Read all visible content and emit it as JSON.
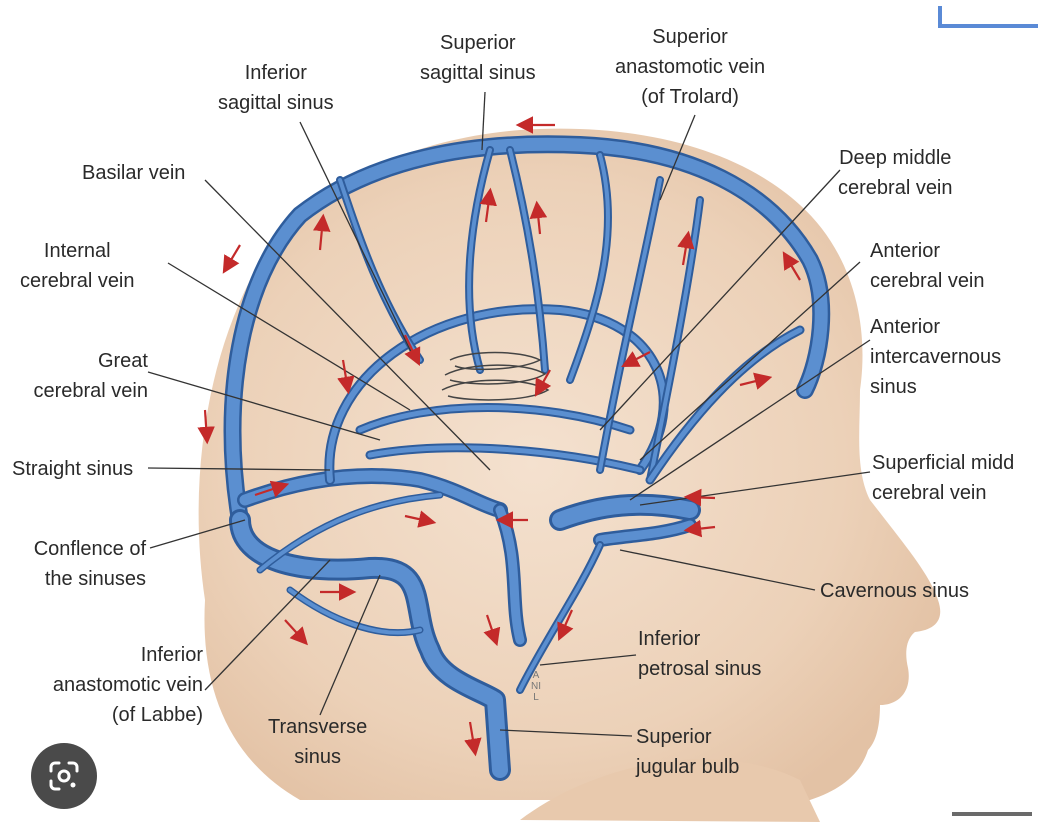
{
  "labels": {
    "superior_sagittal_sinus": [
      "Superior",
      "sagittal sinus"
    ],
    "superior_anastomotic_vein": [
      "Superior",
      "anastomotic vein",
      "(of Trolard)"
    ],
    "inferior_sagittal_sinus": [
      "Inferior",
      "sagittal sinus"
    ],
    "basilar_vein": [
      "Basilar vein"
    ],
    "deep_middle_cerebral_vein": [
      "Deep middle",
      "cerebral vein"
    ],
    "internal_cerebral_vein": [
      "Internal",
      "cerebral vein"
    ],
    "anterior_cerebral_vein": [
      "Anterior",
      "cerebral vein"
    ],
    "anterior_intercavernous_sinus": [
      "Anterior",
      "intercavernous",
      "sinus"
    ],
    "great_cerebral_vein": [
      "Great",
      "cerebral vein"
    ],
    "straight_sinus": [
      "Straight sinus"
    ],
    "superficial_middle_cerebral_vein": [
      "Superficial midd",
      "cerebral vein"
    ],
    "confluence_of_sinuses": [
      "Conflence of",
      "the sinuses"
    ],
    "cavernous_sinus": [
      "Cavernous sinus"
    ],
    "inferior_petrosal_sinus": [
      "Inferior",
      "petrosal sinus"
    ],
    "inferior_anastomotic_vein": [
      "Inferior",
      "anastomotic vein",
      "(of Labbe)"
    ],
    "transverse_sinus": [
      "Transverse",
      "sinus"
    ],
    "superior_jugular_bulb": [
      "Superior",
      "jugular bulb"
    ]
  },
  "watermark": "ANIL",
  "colors": {
    "vein": "#5b8fd0",
    "vein_outline": "#2f5d9c",
    "arrow": "#c42a2a",
    "skin": "#ecd0b6",
    "label_text": "#2a2a2a"
  },
  "icons": {
    "lens_button": "google-lens-icon"
  }
}
